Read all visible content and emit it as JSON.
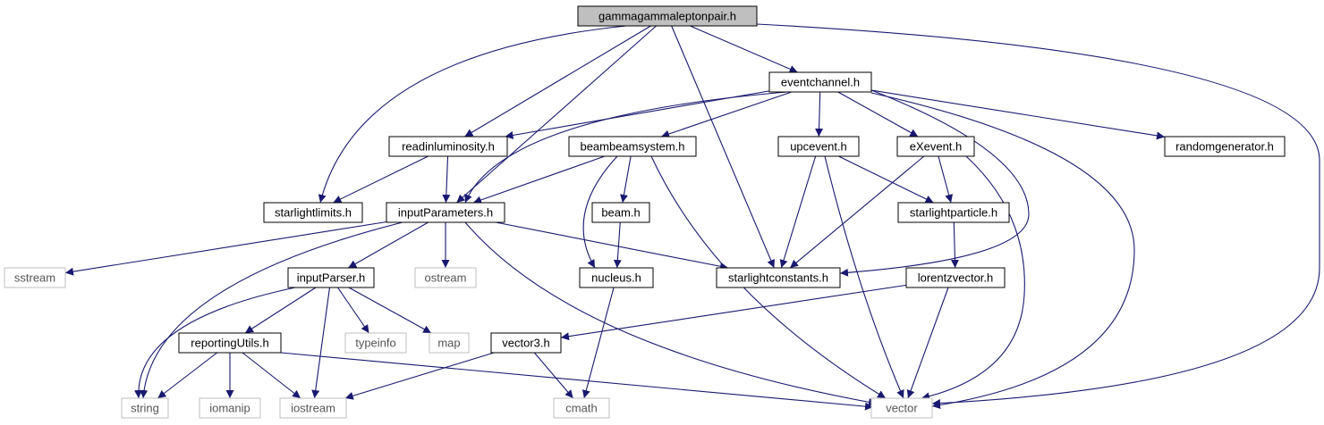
{
  "diagram": {
    "type": "include-dependency-graph",
    "colors": {
      "edge": "#191970",
      "root_fill": "#bfbfbf",
      "local_border": "#000000",
      "system_border": "#bfbfbf",
      "system_text": "#555555",
      "text": "#000000"
    },
    "nodes": [
      {
        "id": "root",
        "label": "gammagammaleptonpair.h",
        "kind": "root"
      },
      {
        "id": "eventchannel",
        "label": "eventchannel.h",
        "kind": "local"
      },
      {
        "id": "readinlum",
        "label": "readinluminosity.h",
        "kind": "local"
      },
      {
        "id": "bbsystem",
        "label": "beambeamsystem.h",
        "kind": "local"
      },
      {
        "id": "upcevent",
        "label": "upcevent.h",
        "kind": "local"
      },
      {
        "id": "exevent",
        "label": "eXevent.h",
        "kind": "local"
      },
      {
        "id": "randgen",
        "label": "randomgenerator.h",
        "kind": "local"
      },
      {
        "id": "slimits",
        "label": "starlightlimits.h",
        "kind": "local"
      },
      {
        "id": "inparams",
        "label": "inputParameters.h",
        "kind": "local"
      },
      {
        "id": "beam",
        "label": "beam.h",
        "kind": "local"
      },
      {
        "id": "sparticle",
        "label": "starlightparticle.h",
        "kind": "local"
      },
      {
        "id": "sstream",
        "label": "sstream",
        "kind": "system"
      },
      {
        "id": "inparser",
        "label": "inputParser.h",
        "kind": "local"
      },
      {
        "id": "ostream",
        "label": "ostream",
        "kind": "system"
      },
      {
        "id": "nucleus",
        "label": "nucleus.h",
        "kind": "local"
      },
      {
        "id": "sconst",
        "label": "starlightconstants.h",
        "kind": "local"
      },
      {
        "id": "lorentz",
        "label": "lorentzvector.h",
        "kind": "local"
      },
      {
        "id": "reputils",
        "label": "reportingUtils.h",
        "kind": "local"
      },
      {
        "id": "typeinfo",
        "label": "typeinfo",
        "kind": "system"
      },
      {
        "id": "map",
        "label": "map",
        "kind": "system"
      },
      {
        "id": "vector3",
        "label": "vector3.h",
        "kind": "local"
      },
      {
        "id": "string",
        "label": "string",
        "kind": "system"
      },
      {
        "id": "iomanip",
        "label": "iomanip",
        "kind": "system"
      },
      {
        "id": "iostream",
        "label": "iostream",
        "kind": "system"
      },
      {
        "id": "cmath",
        "label": "cmath",
        "kind": "system"
      },
      {
        "id": "vector",
        "label": "vector",
        "kind": "system"
      }
    ],
    "edges": [
      [
        "root",
        "eventchannel"
      ],
      [
        "root",
        "readinlum"
      ],
      [
        "root",
        "slimits"
      ],
      [
        "root",
        "inparams"
      ],
      [
        "root",
        "sconst"
      ],
      [
        "root",
        "vector"
      ],
      [
        "eventchannel",
        "readinlum"
      ],
      [
        "eventchannel",
        "bbsystem"
      ],
      [
        "eventchannel",
        "upcevent"
      ],
      [
        "eventchannel",
        "exevent"
      ],
      [
        "eventchannel",
        "randgen"
      ],
      [
        "eventchannel",
        "inparams"
      ],
      [
        "eventchannel",
        "sconst"
      ],
      [
        "eventchannel",
        "vector"
      ],
      [
        "readinlum",
        "slimits"
      ],
      [
        "readinlum",
        "inparams"
      ],
      [
        "bbsystem",
        "inparams"
      ],
      [
        "bbsystem",
        "beam"
      ],
      [
        "bbsystem",
        "nucleus"
      ],
      [
        "bbsystem",
        "vector"
      ],
      [
        "upcevent",
        "sparticle"
      ],
      [
        "upcevent",
        "sconst"
      ],
      [
        "upcevent",
        "vector"
      ],
      [
        "exevent",
        "sparticle"
      ],
      [
        "exevent",
        "sconst"
      ],
      [
        "exevent",
        "vector"
      ],
      [
        "inparams",
        "sstream"
      ],
      [
        "inparams",
        "inparser"
      ],
      [
        "inparams",
        "ostream"
      ],
      [
        "inparams",
        "sconst"
      ],
      [
        "inparams",
        "string"
      ],
      [
        "inparams",
        "vector"
      ],
      [
        "beam",
        "nucleus"
      ],
      [
        "sparticle",
        "lorentz"
      ],
      [
        "inparser",
        "reputils"
      ],
      [
        "inparser",
        "typeinfo"
      ],
      [
        "inparser",
        "map"
      ],
      [
        "inparser",
        "iostream"
      ],
      [
        "inparser",
        "string"
      ],
      [
        "nucleus",
        "cmath"
      ],
      [
        "lorentz",
        "vector3"
      ],
      [
        "lorentz",
        "vector"
      ],
      [
        "reputils",
        "string"
      ],
      [
        "reputils",
        "iomanip"
      ],
      [
        "reputils",
        "iostream"
      ],
      [
        "reputils",
        "vector"
      ],
      [
        "vector3",
        "iostream"
      ],
      [
        "vector3",
        "cmath"
      ]
    ]
  }
}
